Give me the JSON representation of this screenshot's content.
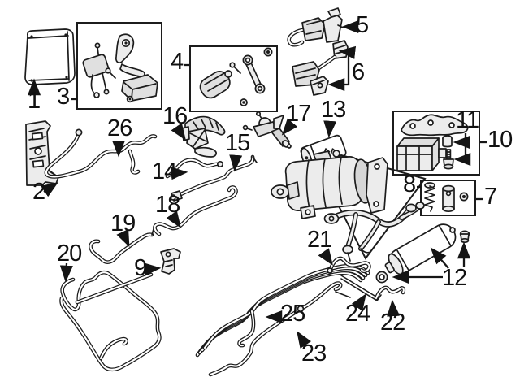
{
  "diagram": {
    "description_label": "exploded-parts-diagram",
    "colors": {
      "background": "#ffffff",
      "line": "#1c1c1c",
      "shade_light": "#ececec",
      "shade_mid": "#e0e0e0"
    }
  },
  "parts": [
    {
      "label": "1"
    },
    {
      "label": "2"
    },
    {
      "label": "3"
    },
    {
      "label": "4"
    },
    {
      "label": "5"
    },
    {
      "label": "6"
    },
    {
      "label": "7"
    },
    {
      "label": "8"
    },
    {
      "label": "9"
    },
    {
      "label": "10"
    },
    {
      "label": "11"
    },
    {
      "label": "12"
    },
    {
      "label": "13"
    },
    {
      "label": "14"
    },
    {
      "label": "15"
    },
    {
      "label": "16"
    },
    {
      "label": "17"
    },
    {
      "label": "18"
    },
    {
      "label": "19"
    },
    {
      "label": "20"
    },
    {
      "label": "21"
    },
    {
      "label": "22"
    },
    {
      "label": "23"
    },
    {
      "label": "24"
    },
    {
      "label": "25"
    },
    {
      "label": "26"
    }
  ]
}
